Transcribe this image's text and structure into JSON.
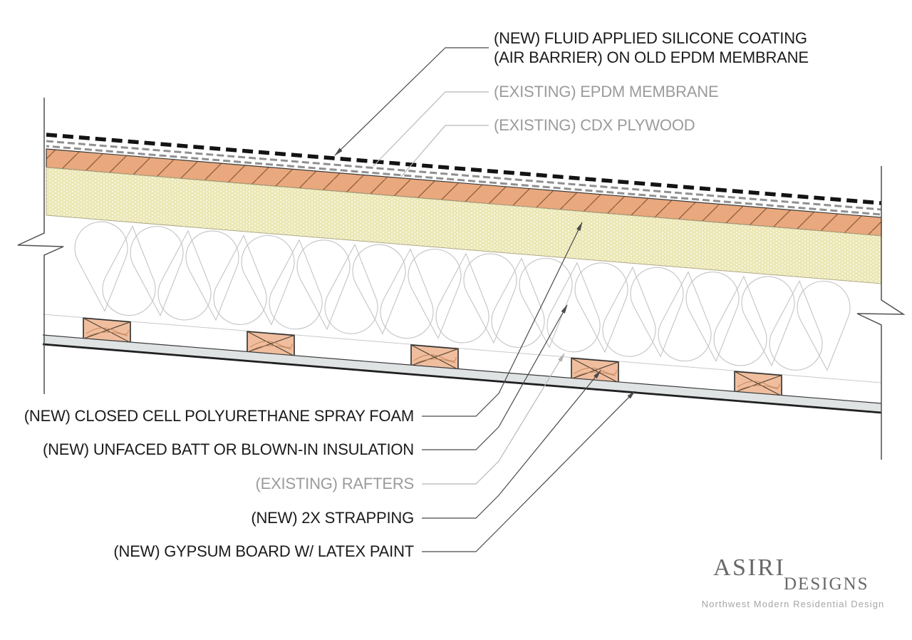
{
  "diagram": {
    "type": "roof-assembly-section-detail",
    "callouts_top": [
      {
        "id": "silicone-coating",
        "status": "new",
        "line1": "(NEW) FLUID APPLIED SILICONE COATING",
        "line2": "(AIR BARRIER) ON OLD EPDM MEMBRANE"
      },
      {
        "id": "epdm-membrane",
        "status": "existing",
        "text": "(EXISTING) EPDM MEMBRANE"
      },
      {
        "id": "cdx-plywood",
        "status": "existing",
        "text": "(EXISTING) CDX PLYWOOD"
      }
    ],
    "callouts_bottom": [
      {
        "id": "spray-foam",
        "status": "new",
        "text": "(NEW) CLOSED CELL POLYURETHANE SPRAY FOAM"
      },
      {
        "id": "batt-insulation",
        "status": "new",
        "text": "(NEW) UNFACED BATT OR BLOWN-IN INSULATION"
      },
      {
        "id": "rafters",
        "status": "existing",
        "text": "(EXISTING) RAFTERS"
      },
      {
        "id": "strapping",
        "status": "new",
        "text": "(NEW) 2X STRAPPING"
      },
      {
        "id": "gypsum-board",
        "status": "new",
        "text": "(NEW) GYPSUM BOARD W/ LATEX PAINT"
      }
    ],
    "colors": {
      "new_label_text": "#1b1b1b",
      "existing_label_text": "#9b9b9b",
      "silicone_coating_dash": "#141414",
      "epdm_membrane_dash": "#909090",
      "cdx_plywood_fill": "#E9A87D",
      "cdx_plywood_hatch": "#8a5a38",
      "spray_foam_fill": "#ECE8B6",
      "batt_loop_stroke": "#c4c4c4",
      "strapping_fill": "#F0BE9E",
      "gypsum_fill": "#E0E3E4",
      "leader_dark": "#4a4a4a",
      "leader_light": "#b8b8b8"
    }
  },
  "logo": {
    "name": "ASIRI",
    "suffix": "DESIGNS",
    "tagline": "Northwest  Modern  Residential  Design",
    "color": "#68686b",
    "tagline_color": "#a6a6a6"
  }
}
